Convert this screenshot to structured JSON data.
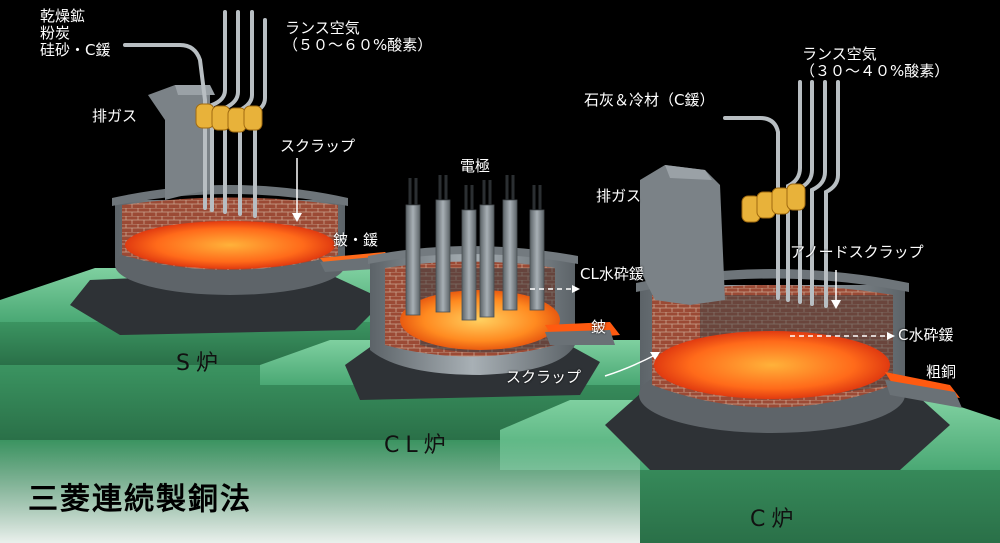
{
  "title": "三菱連続製銅法",
  "furnaces": {
    "s": "S炉",
    "cl": "CL炉",
    "c": "C炉"
  },
  "labels": {
    "s_feed": [
      "乾燥鉱",
      "粉炭",
      "硅砂・C鍰"
    ],
    "s_lance": [
      "ランス空気",
      "（５０～６０%酸素）"
    ],
    "s_exhaust": "排ガス",
    "s_scrap": "スクラップ",
    "s_matte_slag": "鈹・鍰",
    "electrode": "電極",
    "cl_slag": "CL水砕鍰",
    "cl_matte": "鈹",
    "c_feed": "石灰＆冷材（C鍰）",
    "c_lance": [
      "ランス空気",
      "（３０～４０%酸素）"
    ],
    "c_exhaust": "排ガス",
    "anode_scrap": "アノードスクラップ",
    "c_slag": "C水砕鍰",
    "c_scrap": "スクラップ",
    "blister": "粗銅"
  },
  "colors": {
    "platform": "#3e9a66",
    "platform_top": "#6cc491",
    "brick": "#9b4a35",
    "steel": "#7d848a",
    "melt": "#ff6a1a",
    "melt_core": "#ffc040"
  }
}
